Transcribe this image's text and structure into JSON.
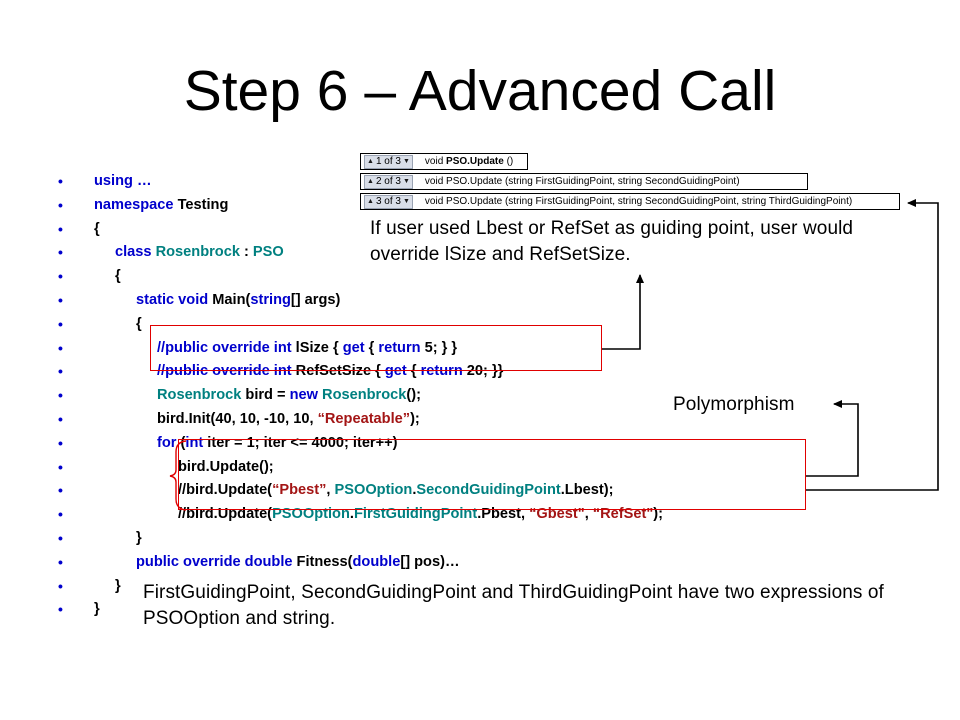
{
  "slide": {
    "title": "Step 6 – Advanced Call",
    "bullet_symbol": "•"
  },
  "signatures": [
    {
      "counter": "1 of 3",
      "prefix": "void ",
      "method": "PSO.Update",
      "params": " ()"
    },
    {
      "counter": "2 of 3",
      "prefix": "void ",
      "method": "PSO.Update",
      "params": " (string FirstGuidingPoint, string SecondGuidingPoint)"
    },
    {
      "counter": "3 of 3",
      "prefix": "void ",
      "method": "PSO.Update",
      "params": " (string FirstGuidingPoint, string SecondGuidingPoint, string ThirdGuidingPoint)"
    }
  ],
  "code_lines": [
    [
      {
        "t": "using …",
        "c": "kw"
      }
    ],
    [
      {
        "t": "namespace",
        "c": "kw"
      },
      {
        "t": " Testing",
        "c": "tx"
      }
    ],
    [
      {
        "t": "{",
        "c": "tx"
      }
    ],
    [
      {
        "t": "class",
        "c": "kw"
      },
      {
        "t": " ",
        "c": "tx"
      },
      {
        "t": "Rosenbrock",
        "c": "ty"
      },
      {
        "t": " : ",
        "c": "tx"
      },
      {
        "t": "PSO",
        "c": "ty"
      }
    ],
    [
      {
        "t": "{",
        "c": "tx"
      }
    ],
    [
      {
        "t": "static void",
        "c": "kw"
      },
      {
        "t": " Main(",
        "c": "tx"
      },
      {
        "t": "string",
        "c": "kw"
      },
      {
        "t": "[] args)",
        "c": "tx"
      }
    ],
    [
      {
        "t": "{",
        "c": "tx"
      }
    ],
    [
      {
        "t": "//public override int",
        "c": "kw"
      },
      {
        "t": " lSize { ",
        "c": "tx"
      },
      {
        "t": "get",
        "c": "kw"
      },
      {
        "t": " { ",
        "c": "tx"
      },
      {
        "t": "return",
        "c": "kw"
      },
      {
        "t": " 5; } }",
        "c": "tx"
      }
    ],
    [
      {
        "t": "//public override int",
        "c": "kw"
      },
      {
        "t": " RefSetSize { ",
        "c": "tx"
      },
      {
        "t": "get",
        "c": "kw"
      },
      {
        "t": " { ",
        "c": "tx"
      },
      {
        "t": "return",
        "c": "kw"
      },
      {
        "t": " 20; }}",
        "c": "tx"
      }
    ],
    [
      {
        "t": "Rosenbrock",
        "c": "ty"
      },
      {
        "t": " bird = ",
        "c": "tx"
      },
      {
        "t": "new",
        "c": "kw"
      },
      {
        "t": " ",
        "c": "tx"
      },
      {
        "t": "Rosenbrock",
        "c": "ty"
      },
      {
        "t": "();",
        "c": "tx"
      }
    ],
    [
      {
        "t": "bird.Init(40, 10, -10, 10, ",
        "c": "tx"
      },
      {
        "t": "“Repeatable”",
        "c": "st"
      },
      {
        "t": ");",
        "c": "tx"
      }
    ],
    [
      {
        "t": "for",
        "c": "kw"
      },
      {
        "t": " (",
        "c": "tx"
      },
      {
        "t": "int",
        "c": "kw"
      },
      {
        "t": " iter = 1; iter <= 4000; iter++)",
        "c": "tx"
      }
    ],
    [
      {
        "t": "bird.Update();",
        "c": "tx"
      }
    ],
    [
      {
        "t": "//bird.Update(",
        "c": "tx"
      },
      {
        "t": "“Pbest”",
        "c": "st"
      },
      {
        "t": ", ",
        "c": "tx"
      },
      {
        "t": "PSOOption",
        "c": "ty"
      },
      {
        "t": ".",
        "c": "tx"
      },
      {
        "t": "SecondGuidingPoint",
        "c": "ty"
      },
      {
        "t": ".Lbest);",
        "c": "tx"
      }
    ],
    [
      {
        "t": "//bird.Update(",
        "c": "tx"
      },
      {
        "t": "PSOOption",
        "c": "ty"
      },
      {
        "t": ".",
        "c": "tx"
      },
      {
        "t": "FirstGuidingPoint",
        "c": "ty"
      },
      {
        "t": ".Pbest, ",
        "c": "tx"
      },
      {
        "t": "“Gbest\"",
        "c": "st"
      },
      {
        "t": ", ",
        "c": "tx"
      },
      {
        "t": "“RefSet\"",
        "c": "st"
      },
      {
        "t": ");",
        "c": "tx"
      }
    ],
    [
      {
        "t": "}",
        "c": "tx"
      }
    ],
    [
      {
        "t": "public override double",
        "c": "kw"
      },
      {
        "t": " Fitness(",
        "c": "tx"
      },
      {
        "t": "double",
        "c": "kw"
      },
      {
        "t": "[] pos)…",
        "c": "tx"
      }
    ],
    [
      {
        "t": "}",
        "c": "tx"
      }
    ],
    [
      {
        "t": "}",
        "c": "tx"
      }
    ]
  ],
  "notes": {
    "override_note": "If user used Lbest or RefSet as guiding point, user would override lSize and RefSetSize.",
    "polymorphism": "Polymorphism",
    "guiding_note": "FirstGuidingPoint, SecondGuidingPoint and ThirdGuidingPoint have two expressions of PSOOption and string."
  },
  "colors": {
    "keyword": "#0000cc",
    "type": "#008080",
    "string": "#a31515",
    "highlight_box": "#e00000"
  }
}
